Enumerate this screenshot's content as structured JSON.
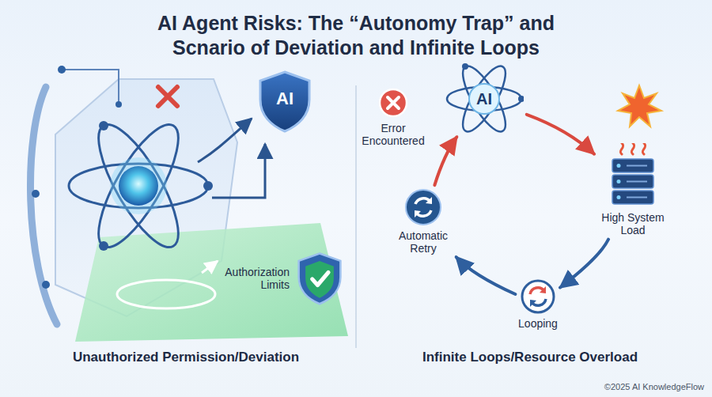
{
  "diagram": {
    "title": "AI Agent Risks: The “Autonomy Trap” and Scnario of Deviation and Infinite Loops",
    "nodes": [
      {
        "text": [
          "AI"
        ]
      },
      {
        "text": [
          "Authorization Limits"
        ]
      },
      {
        "text": [
          "Error Encountered"
        ]
      },
      {
        "text": [
          "AI"
        ]
      },
      {
        "text": [
          "High System Load"
        ]
      },
      {
        "text": [
          "Automatic Retry"
        ]
      },
      {
        "text": [
          "Looping"
        ]
      }
    ],
    "edges": [
      {
        "from": 5,
        "to": 3,
        "arrow": "to"
      },
      {
        "from": 3,
        "to": 4,
        "arrow": "to"
      },
      {
        "from": 4,
        "to": 6,
        "arrow": "to"
      },
      {
        "from": 6,
        "to": 5,
        "arrow": "to"
      }
    ],
    "labels": [
      "Unauthorized Permission/Deviation",
      "Infinite Loops/Resource Overload",
      "©2025 AI KnowledgeFlow"
    ]
  }
}
